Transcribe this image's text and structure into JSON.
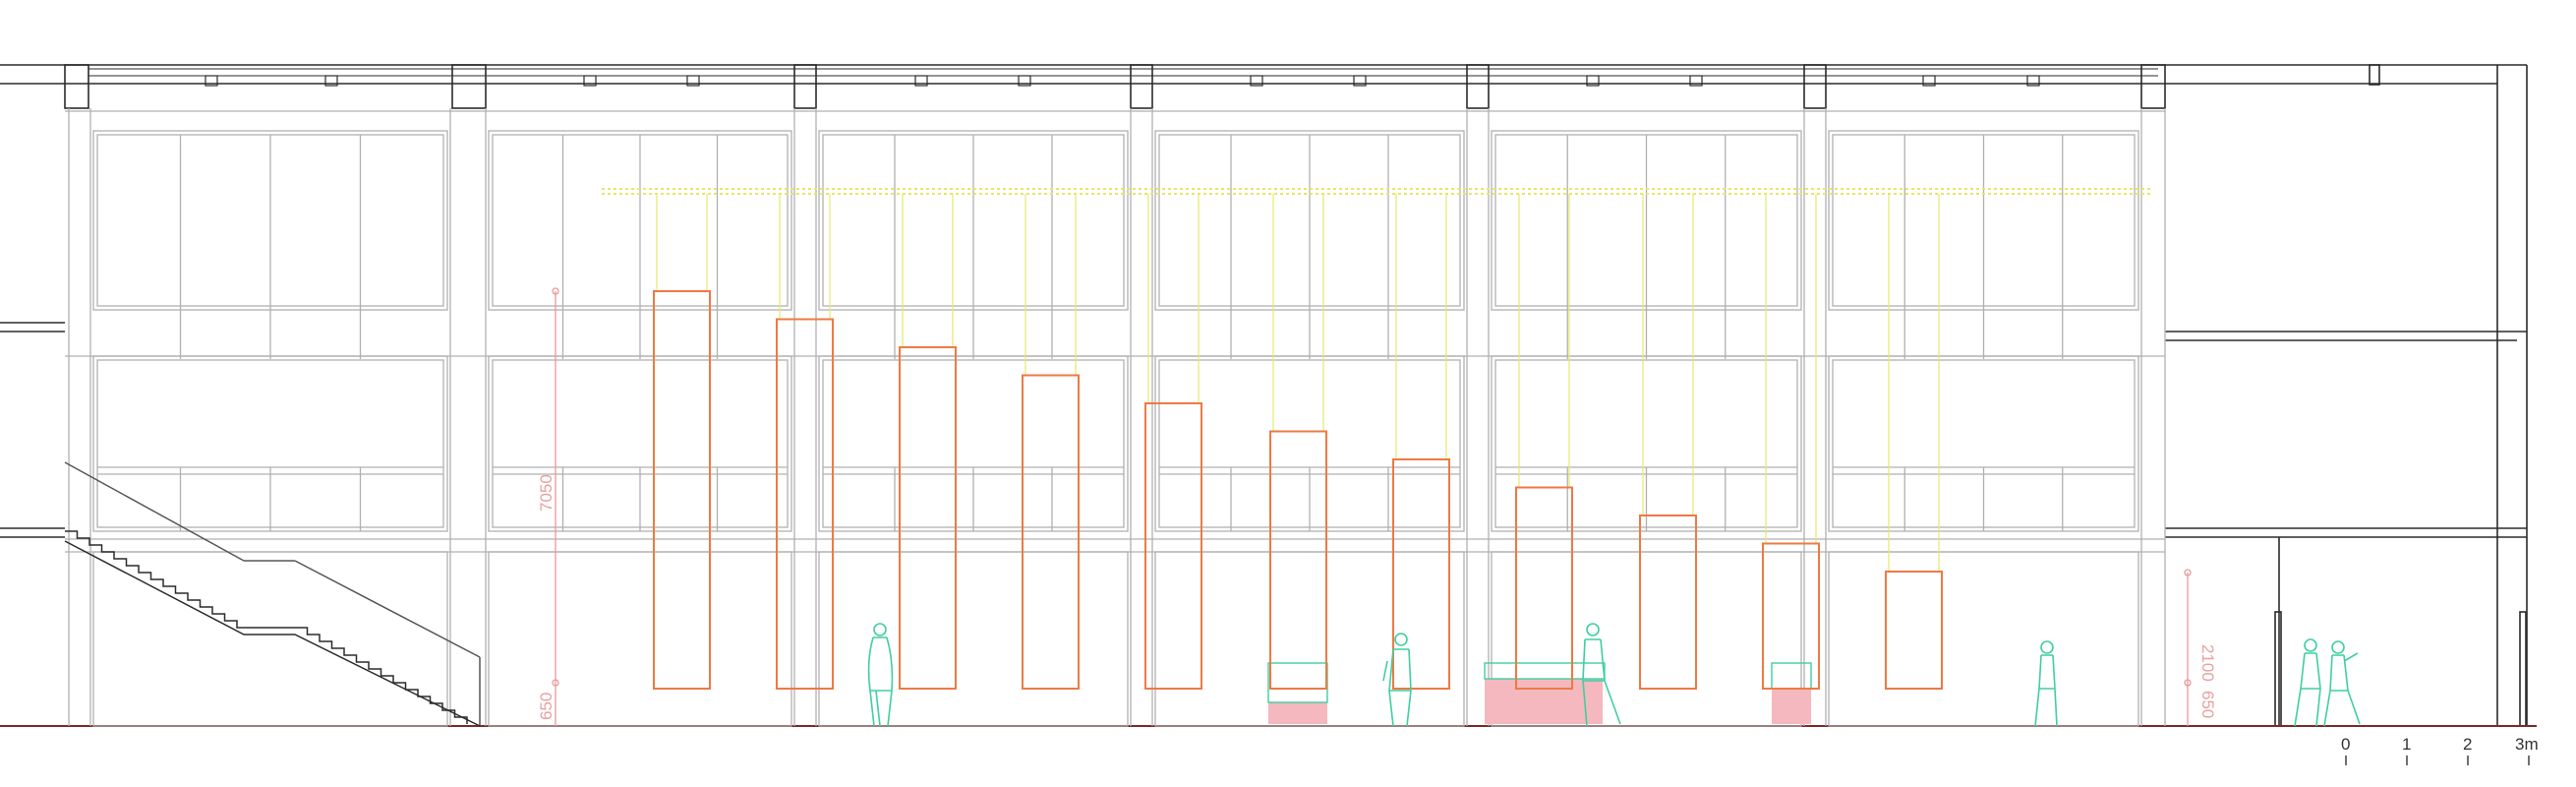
{
  "colors": {
    "structure": "#2b2b2b",
    "structure_light": "#9a9a9a",
    "window": "#b0b0b0",
    "panel": "#ee7a44",
    "hanger": "#e4e86a",
    "dim": "#e89a9a",
    "figure": "#3fcfa0",
    "floor": "#7a2a2a",
    "shade": "#f4b8be"
  },
  "dimensions": {
    "left_total": "7050",
    "left_base": "650",
    "right_total": "2100",
    "right_base": "650"
  },
  "scale_bar": {
    "labels": [
      "0",
      "1",
      "2",
      "3m"
    ]
  },
  "icons": {
    "people": "person-silhouette-icon"
  }
}
